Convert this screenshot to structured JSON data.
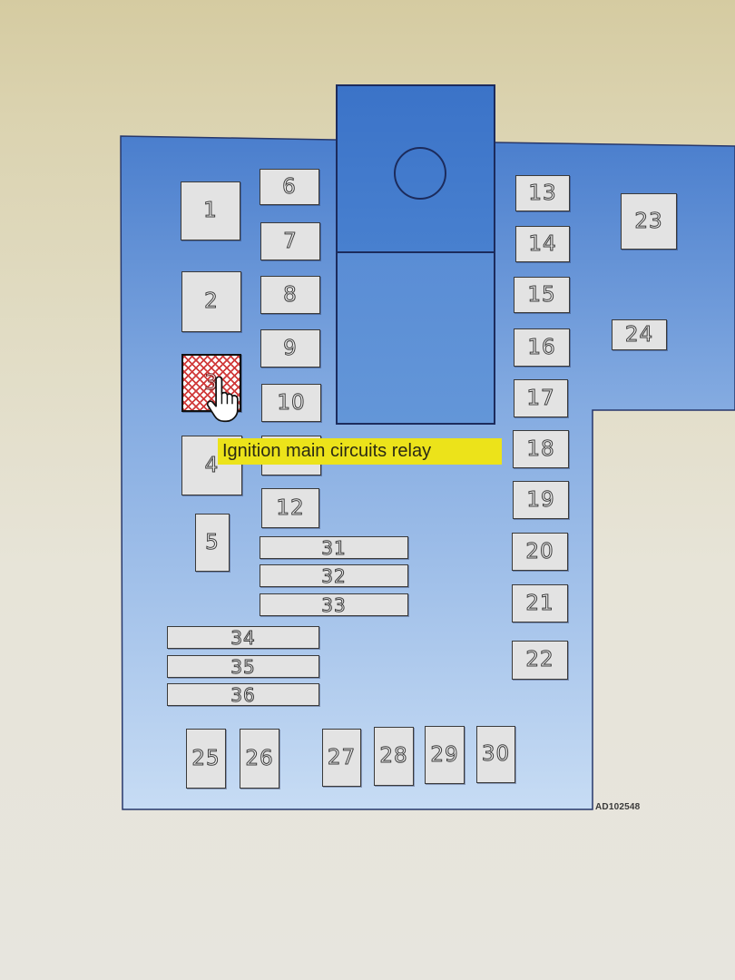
{
  "diagram": {
    "reference_code": "AD102548",
    "tooltip": "Ignition main circuits relay",
    "fuses": {
      "f1": {
        "label": "1"
      },
      "f2": {
        "label": "2"
      },
      "f3": {
        "label": "3",
        "highlighted": true
      },
      "f4": {
        "label": "4"
      },
      "f5": {
        "label": "5"
      },
      "f6": {
        "label": "6"
      },
      "f7": {
        "label": "7"
      },
      "f8": {
        "label": "8"
      },
      "f9": {
        "label": "9"
      },
      "f10": {
        "label": "10"
      },
      "f12": {
        "label": "12"
      },
      "f13": {
        "label": "13"
      },
      "f14": {
        "label": "14"
      },
      "f15": {
        "label": "15"
      },
      "f16": {
        "label": "16"
      },
      "f17": {
        "label": "17"
      },
      "f18": {
        "label": "18"
      },
      "f19": {
        "label": "19"
      },
      "f20": {
        "label": "20"
      },
      "f21": {
        "label": "21"
      },
      "f22": {
        "label": "22"
      },
      "f23": {
        "label": "23"
      },
      "f24": {
        "label": "24"
      },
      "f25": {
        "label": "25"
      },
      "f26": {
        "label": "26"
      },
      "f27": {
        "label": "27"
      },
      "f28": {
        "label": "28"
      },
      "f29": {
        "label": "29"
      },
      "f30": {
        "label": "30"
      },
      "f31": {
        "label": "31"
      },
      "f32": {
        "label": "32"
      },
      "f33": {
        "label": "33"
      },
      "f34": {
        "label": "34"
      },
      "f35": {
        "label": "35"
      },
      "f36": {
        "label": "36"
      }
    }
  },
  "icons": {
    "cursor": "hand-pointer-icon",
    "relay_terminal": "circle-icon"
  },
  "colors": {
    "panel_top": "#4a7ecd",
    "panel_bottom": "#c7dcf4",
    "fuse_fill": "#e3e3e3",
    "highlight_hatch": "#d03a3a",
    "tooltip_background": "#ece31a",
    "relay_upper": "#3b73c8",
    "relay_lower": "#6396d8"
  }
}
